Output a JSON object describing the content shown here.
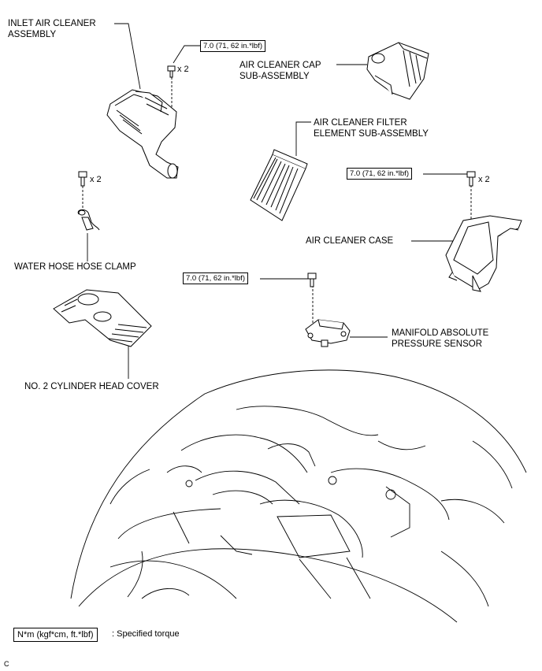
{
  "labels": {
    "inlet_air_cleaner": [
      "INLET AIR CLEANER",
      "ASSEMBLY"
    ],
    "air_cleaner_cap": [
      "AIR CLEANER CAP",
      "SUB-ASSEMBLY"
    ],
    "filter_element": [
      "AIR CLEANER FILTER",
      "ELEMENT SUB-ASSEMBLY"
    ],
    "air_cleaner_case": "AIR CLEANER CASE",
    "water_hose_clamp": "WATER HOSE HOSE CLAMP",
    "map_sensor": [
      "MANIFOLD ABSOLUTE",
      "PRESSURE SENSOR"
    ],
    "cylinder_head_cover": "NO. 2 CYLINDER HEAD COVER"
  },
  "torques": {
    "inlet_bolt": "7.0 (71, 62 in.*lbf)",
    "case_bolt": "7.0 (71, 62 in.*lbf)",
    "sensor_bolt": "7.0 (71, 62 in.*lbf)"
  },
  "quantities": {
    "inlet_bolts": "x 2",
    "clamp_bolts": "x 2",
    "case_bolts": "x 2"
  },
  "legend": {
    "unit_box": "N*m (kgf*cm, ft.*lbf)",
    "description": ": Specified torque"
  },
  "figure_code": "C"
}
